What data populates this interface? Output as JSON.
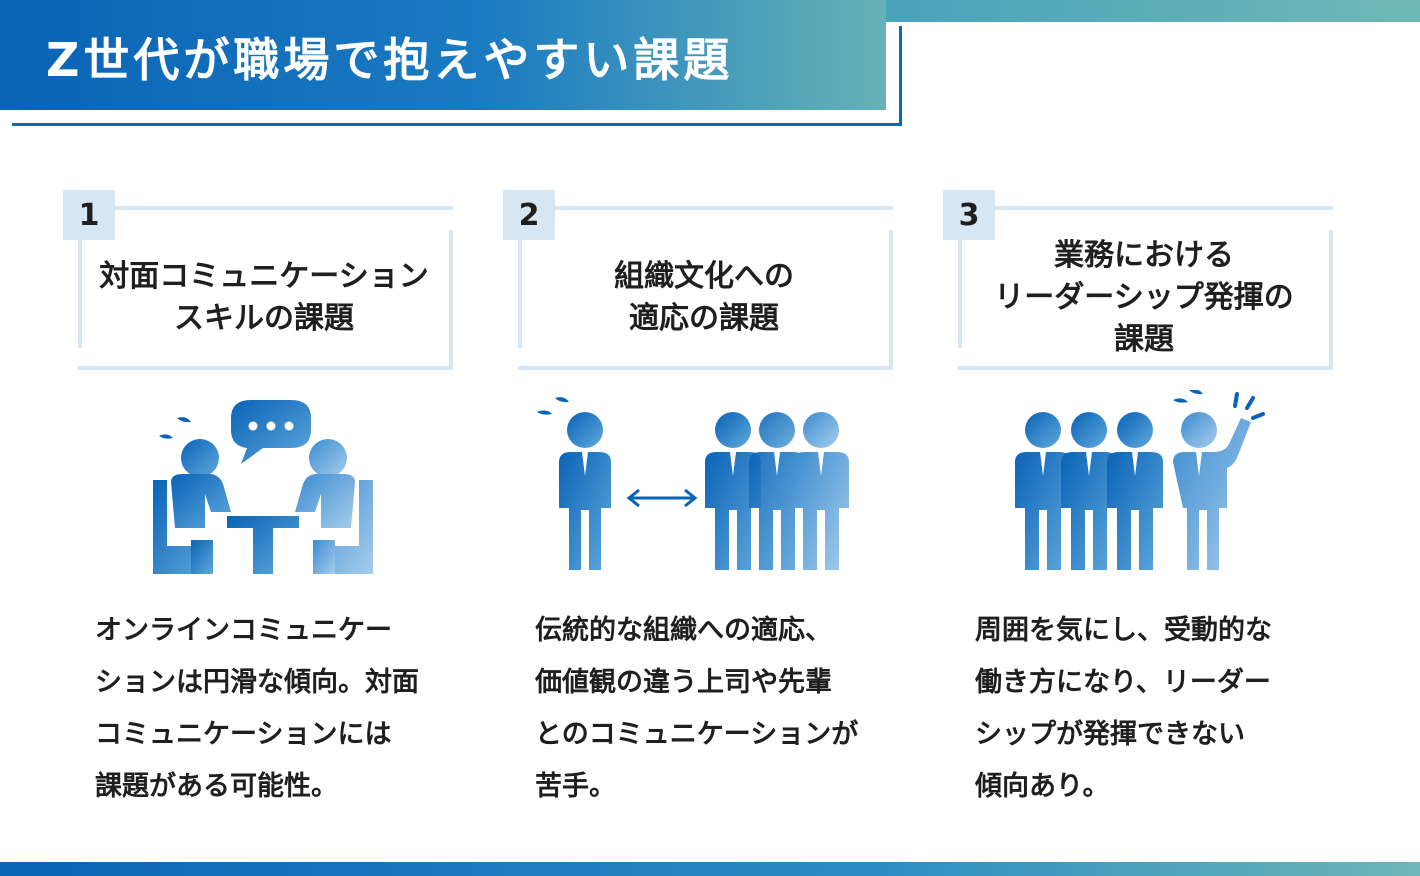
{
  "title": "Z世代が職場で抱えやすい課題",
  "colors": {
    "accent": "#0a63b6",
    "teal": "#6db6b8",
    "light": "#d6e6f3"
  },
  "columns": [
    {
      "number": "1",
      "heading": "対面コミュニケーション\nスキルの課題",
      "icon": "conversation-at-table-icon",
      "body": "オンラインコミュニケー\nションは円滑な傾向。対面\nコミュニケーションには\n課題がある可能性。"
    },
    {
      "number": "2",
      "heading": "組織文化への\n適応の課題",
      "icon": "person-vs-group-icon",
      "body": "伝統的な組織への適応、\n価値観の違う上司や先輩\nとのコミュニケーションが\n苦手。"
    },
    {
      "number": "3",
      "heading": "業務における\nリーダーシップ発揮の\n課題",
      "icon": "group-with-raised-hand-icon",
      "body": "周囲を気にし、受動的な\n働き方になり、リーダー\nシップが発揮できない\n傾向あり。"
    }
  ]
}
